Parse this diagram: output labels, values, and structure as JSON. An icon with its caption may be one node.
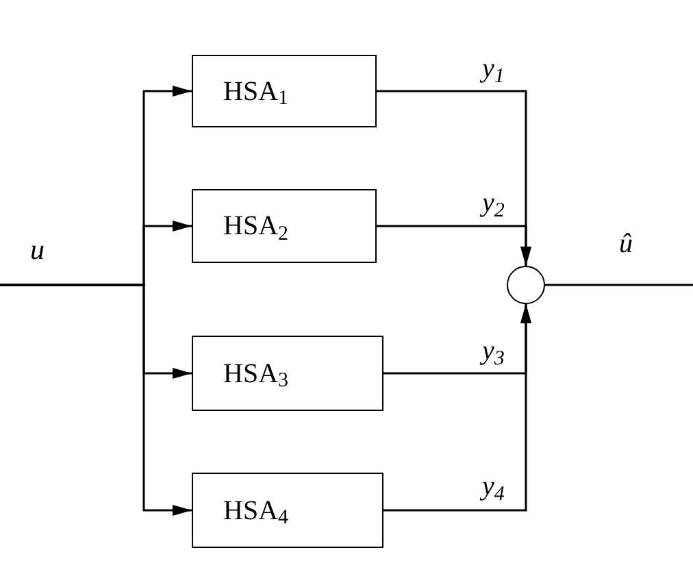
{
  "diagram": {
    "nodes": [
      {
        "text": [
          "HSA$_{1}$"
        ]
      },
      {
        "text": [
          "HSA$_{2}$"
        ]
      },
      {
        "text": [
          "HSA$_{3}$"
        ]
      },
      {
        "text": [
          "HSA$_{4}$"
        ]
      },
      {
        "text": [],
        "shape": "circle"
      }
    ],
    "edges": [
      {
        "from": null,
        "to": 0,
        "arrow": "to"
      },
      {
        "from": null,
        "to": 1,
        "arrow": "to"
      },
      {
        "from": null,
        "to": 2,
        "arrow": "to"
      },
      {
        "from": null,
        "to": 3,
        "arrow": "to"
      },
      {
        "from": 0,
        "to": 4,
        "arrow": "to",
        "label": "y$_{1}$"
      },
      {
        "from": 1,
        "to": 4,
        "arrow": "to",
        "label": "y$_{2}$"
      },
      {
        "from": 2,
        "to": 4,
        "arrow": "to",
        "label": "y$_{3}$"
      },
      {
        "from": 3,
        "to": 4,
        "arrow": "to",
        "label": "y$_{4}$"
      },
      {
        "from": 4,
        "to": null,
        "arrow": "none",
        "label": "û"
      }
    ],
    "labels": [
      "u"
    ]
  }
}
